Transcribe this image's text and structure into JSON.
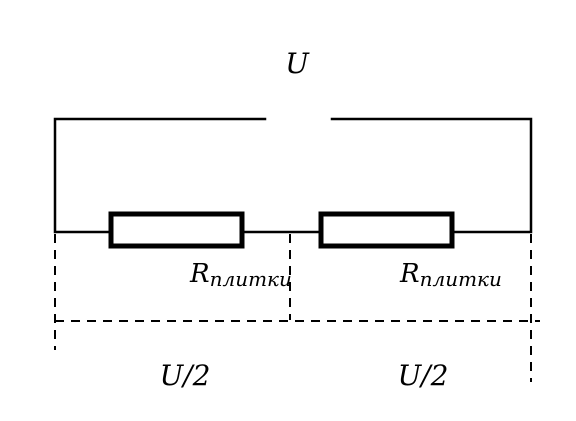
{
  "diagram": {
    "supply_voltage_label": "U",
    "resistors": [
      {
        "symbol": "R",
        "subscript": "плитки"
      },
      {
        "symbol": "R",
        "subscript": "плитки"
      }
    ],
    "partial_voltages": [
      {
        "label": "U/2"
      },
      {
        "label": "U/2"
      }
    ],
    "colors": {
      "wire": "#000000",
      "resistor_fill": "#ffffff"
    }
  }
}
